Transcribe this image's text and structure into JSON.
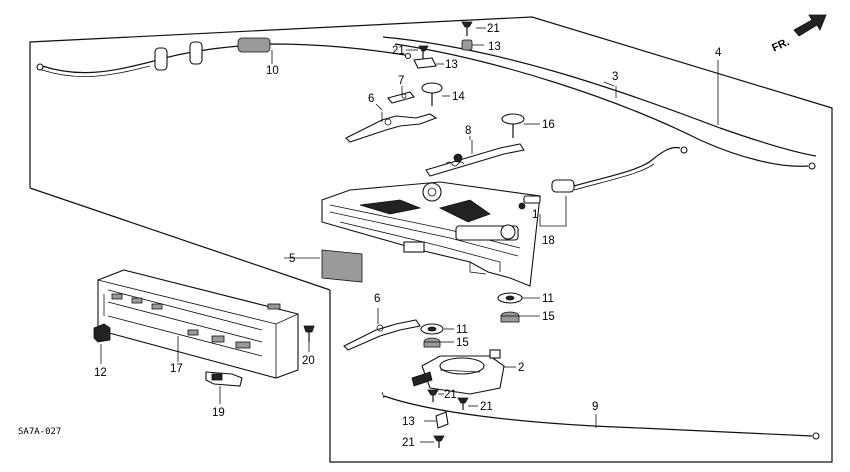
{
  "direction_label": "FR.",
  "drawing_code": "SA7A-027",
  "callouts": {
    "c1": "1",
    "c2": "2",
    "c3": "3",
    "c4": "4",
    "c5": "5",
    "c6a": "6",
    "c6b": "6",
    "c7": "7",
    "c8": "8",
    "c9": "9",
    "c10": "10",
    "c11a": "11",
    "c11b": "11",
    "c12": "12",
    "c13a": "13",
    "c13b": "13",
    "c13c": "13",
    "c14": "14",
    "c15a": "15",
    "c15b": "15",
    "c16": "16",
    "c17": "17",
    "c18": "18",
    "c19": "19",
    "c20": "20",
    "c21a": "21",
    "c21b": "21",
    "c21c": "21",
    "c21d": "21",
    "c21e": "21"
  }
}
